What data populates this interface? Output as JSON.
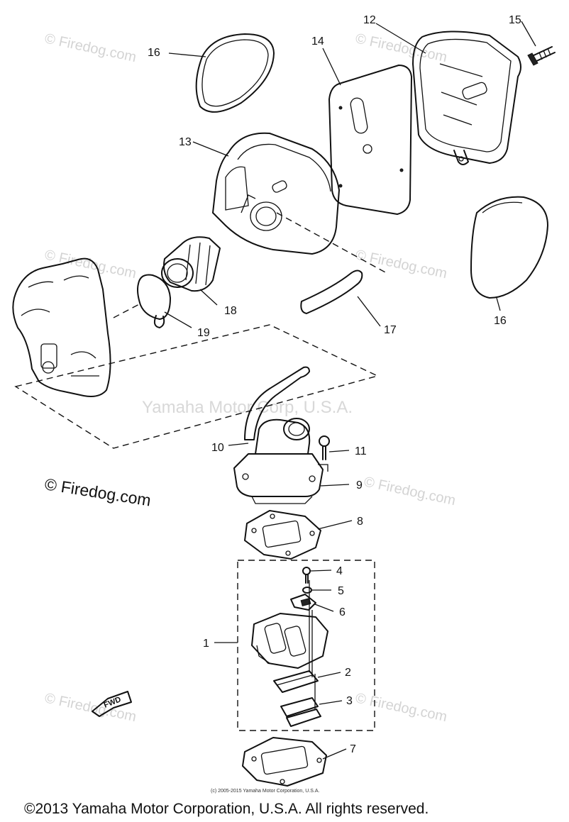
{
  "callouts": [
    "16",
    "14",
    "12",
    "15",
    "13",
    "18",
    "19",
    "17",
    "16",
    "10",
    "11",
    "9",
    "8",
    "4",
    "5",
    "6",
    "1",
    "2",
    "3",
    "7"
  ],
  "watermark": {
    "text": "© Firedog.com",
    "center": "Yamaha Motor Corp, U.S.A."
  },
  "fwd_label": "FWD",
  "small_copyright": "(c) 2005-2015 Yamaha Motor Corporation, U.S.A.",
  "footer_copyright": "©2013 Yamaha Motor Corporation, U.S.A. All rights reserved.",
  "colors": {
    "ink": "#111111",
    "watermark": "#d4d4d4",
    "background": "#ffffff"
  }
}
